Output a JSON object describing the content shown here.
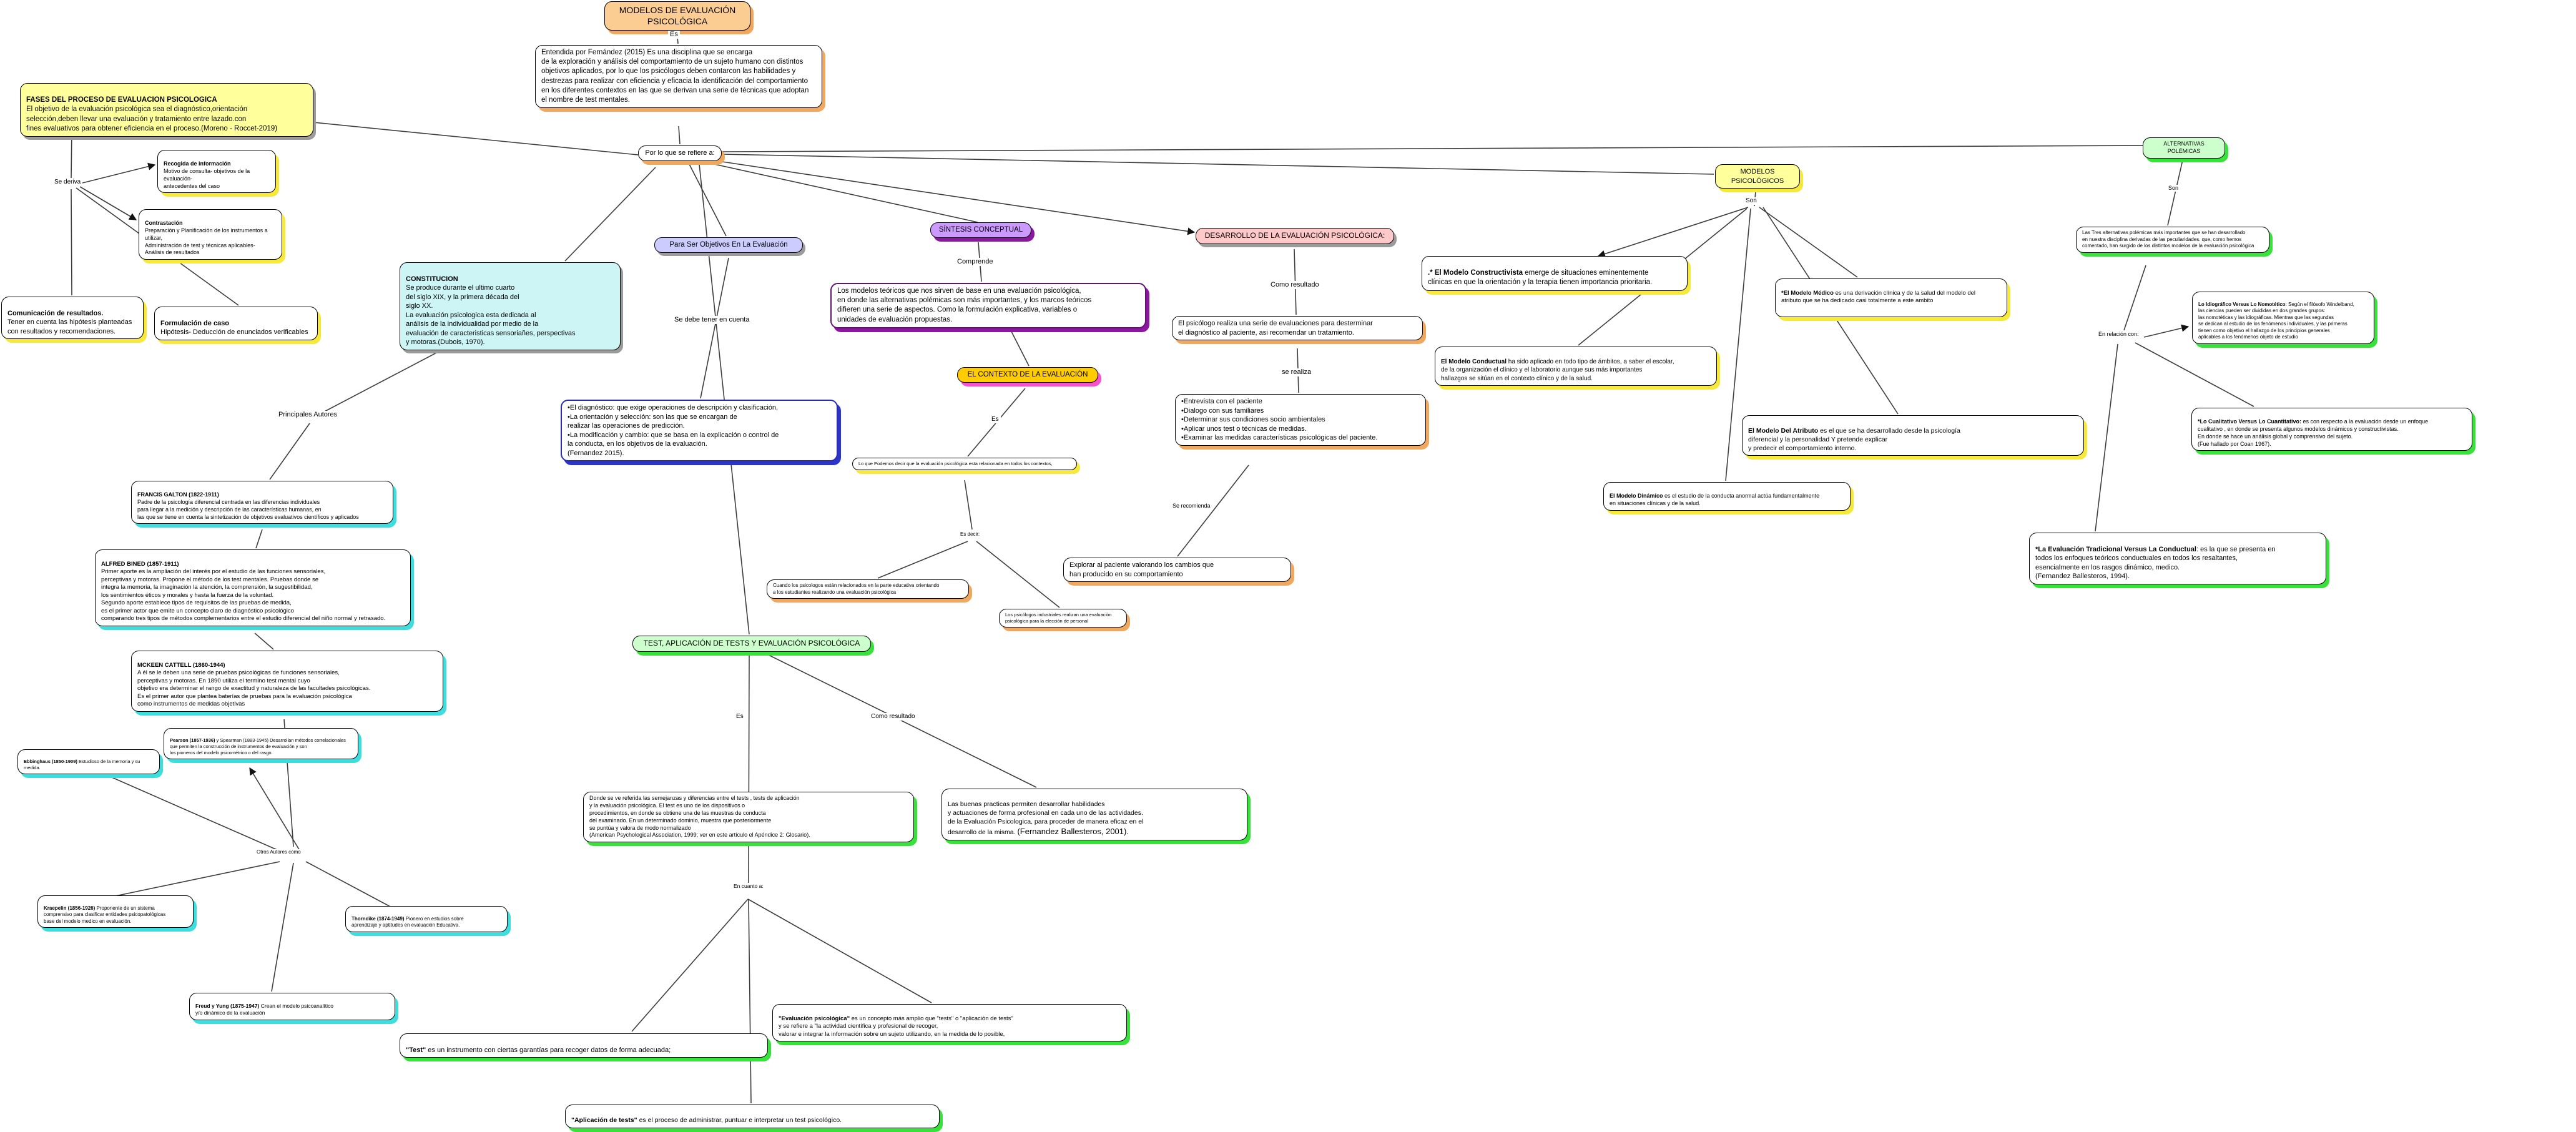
{
  "header": {
    "title": "MODELOS DE EVALUACIÓN PSICOLÓGICA",
    "es": "Es",
    "definition": "Entendida por Fernández (2015) Es una disciplina que se encarga\nde la exploración y análisis del comportamiento de un sujeto humano con distintos\nobjetivos aplicados, por lo que los psicólogos deben contarcon las habilidades y\ndestrezas para realizar con eficiencia y eficacia la identificación del comportamiento\nen los diferentes contextos en las que se derivan una serie de técnicas que adoptan\nel nombre de test mentales.",
    "refiere": "Por lo que se refiere a:"
  },
  "process": {
    "fases": {
      "title": "FASES DEL PROCESO DE EVALUACION PSICOLOGICA",
      "body": "El objetivo de la evaluación psicológica sea el diagnóstico,orientación\nselección,deben llevar una evaluación y tratamiento entre lazado.con\nfines evaluativos para obtener eficiencia en el proceso.(Moreno - Roccet-2019)"
    },
    "se_deriva": "Se deriva",
    "recogida": {
      "title": "Recogida de información",
      "body": "Motivo de consulta- objetivos de la evaluación-\nantecedentes del caso"
    },
    "contrastacion": {
      "title": "Contrastación",
      "body": "Preparación y Planificación de los instrumentos a utilizar,\nAdministración de test y técnicas aplicables-\nAnálisis de resultados"
    },
    "comunicacion": {
      "title": "Comunicación de resultados.",
      "body": "Tener en cuenta las hipótesis planteadas\ncon resultados y recomendaciones."
    },
    "formulacion": {
      "title": "Formulación de caso",
      "body": "Hipótesis- Deducción de enunciados verificables"
    }
  },
  "constitucion": {
    "title": "CONSTITUCION",
    "body": "Se produce durante el ultimo cuarto\ndel siglo XIX, y la primera década del\nsiglo XX.\nLa evaluación psicologica esta dedicada al\nanálisis de la individualidad por medio de la\nevaluación de caracteristicas sensoriañes, perspectivas\ny motoras.(Dubois, 1970)."
  },
  "objetivos": {
    "para_ser": "Para Ser Objetivos En La Evaluación",
    "se_debe": "Se debe tener en cuenta",
    "diagnostico": "•El diagnóstico: que exige operaciones de descripción y clasificación,\n•La orientación y selección: son las que se encargan de\nrealizar las operaciones de predicción.\n•La modificación y cambio: que se basa en la explicación o control de\nla conducta, en los objetivos de la evaluación.\n(Fernandez 2015)."
  },
  "sintesis": {
    "title": "SÍNTESIS CONCEPTUAL",
    "comprende": "Comprende",
    "modelos_teoricos": "Los modelos teóricos que nos sirven de base en una evaluación psicológica,\nen donde las alternativas polémicas son más importantes, y los marcos teóricos\ndifieren una serie de aspectos. Como la formulación explicativa, variables o\nunidades de evaluación propuestas."
  },
  "contexto": {
    "title": "EL CONTEXTO DE LA EVALUACIÓN",
    "es": "Es",
    "lo_que": "Lo que Podemos decir que la evaluación psicológica esta relacionada en todos los contextos,",
    "es_decir": "Es decir:",
    "educativa": "Cuando los psicologos están relacionados en la parte educativa orientando\na los estudiantes realizando una evaluación psicológica",
    "industriales": "Los psicólogos industriales realizan una evaluación\npsicológica para la elección de personal"
  },
  "desarrollo": {
    "title": "DESARROLLO DE LA EVALUACIÓN PSICOLÓGICA:",
    "como_resultado": "Como resultado",
    "psicologo": "El psicólogo realiza una serie de evaluaciones para desterminar\nel diagnóstico al paciente, asi recomendar un tratamiento.",
    "se_realiza": "se realiza",
    "acciones": "•Entrevista con el paciente\n•Dialogo con sus familiares\n•Determinar sus condiciones socio ambientales\n•Aplicar unos test o técnicas de medidas.\n•Examinar las medidas características psicológicas del paciente.",
    "se_recomienda": "Se recomienda",
    "explorar": "Explorar al paciente valorando los cambios que\nhan producido en su comportamiento"
  },
  "modelos": {
    "title": "MODELOS PSICOLÓGICOS",
    "son": "Son",
    "constructivista": {
      "lead": ".* El Modelo Constructivista",
      "body": " emerge de situaciones eminentemente\nclínicas en que la  orientación y la terapia tienen importancia prioritaria."
    },
    "medico": {
      "lead": "*El Modelo Médico",
      "body": "  es  una derivación clínica y de la salud del modelo del\natributo que se ha dedicado casi totalmente a este ambito"
    },
    "conductual": {
      "lead": "El Modelo Conductual",
      "body": " ha sido aplicado en todo tipo de ámbitos, a saber el escolar,\nde la organización  el clínico y el laboratorio aunque sus más  importantes\nhallazgos se sitúan en el contexto clínico y de la salud."
    },
    "atributo": {
      "lead": "El Modelo Del Atributo",
      "body": "  es el que se ha desarrollado desde la psicología\ndiferencial y la personalidad  Y pretende explicar\ny predecir el comportamiento interno."
    },
    "dinamico": {
      "lead": "El Modelo Dinámico",
      "body": " es  el estudio de  la conducta anormal actúa  fundamentalmente\nen situaciones clínicas y de la salud."
    }
  },
  "alternativas": {
    "title": "ALTERNATIVAS POLÉMICAS",
    "son": "Son",
    "tres": "Las Tres alternativas polémicas más importantes que se han desarrollado\nen nuestra disciplina derivadas de las peculiaridades. que, como hemos\ncomentado, han surgido de los distintos modelos de la evaluación psicológica",
    "en_relacion": "En relación con:",
    "idiografico": {
      "lead": "Lo Idiográfico Versus Lo Nomotético",
      "body": ":  Según el filósofo Windelband,\nlas ciencias pueden ser divididas en dos grandes grupos:\nlas nomotéticas y las idiográficas. Mientras que las segundas\nse dedican al estudio de los  fenómenos individuales, y  las primeras\ntienen como objetivo el  hallazgo de los principios generales\naplicables a  los fenómenos objeto de estudio"
    },
    "cualitativo": {
      "lead": "*Lo Cualitativo Versus Lo  Cuantitativo:",
      "body": " es con respecto a la evaluación desde un enfoque\ncualitativo , en donde se presenta algunos modelos dinámicos y constructivistas.\nEn donde se hace un análisis global y comprensivo del sujeto.\n(Fue hallado por Coan 1967)."
    },
    "tradicional": {
      "lead": "*La Evaluación Tradicional Versus La Conductual",
      "body": ": es la que se presenta en\ntodos los enfoques teóricos conductuales en todos los resaltantes,\nesencialmente en los rasgos dinámico, medico.\n(Fernandez Ballesteros, 1994)."
    }
  },
  "autores": {
    "principales": "Principales Autores",
    "galton": {
      "title": "FRANCIS GALTON (1822-1911)",
      "body": "Padre de la psicología diferencial centrada en las diferencias individuales\npara llegar a la medición y descripción de las características humanas, en\nlas que se tiene en cuenta la sintetización de objetivos evaluativos científicos y aplicados"
    },
    "bined": {
      "title": "ALFRED BINED (1857-1911)",
      "body": "Primer aporte es la ampliación del interés por el estudio de las funciones sensoriales,\nperceptivas y motoras. Propone el método de los test mentales. Pruebas donde se\nintegra la memoria, la imaginación la atención, la comprensión, la sugestibilidad,\nlos sentimientos éticos y morales y hasta la fuerza de la voluntad.\nSegundo aporte establece tipos de requisitos de las pruebas de medida,\nes el primer actor que emite un concepto claro de diagnóstico psicológico\ncomparando tres tipos de métodos complementarios entre el estudio diferencial del niño normal y retrasado."
    },
    "cattell": {
      "title": "MCKEEN CATTELL (1860-1944)",
      "body": "A él se le deben una serie de pruebas psicológicas de funciones sensoriales,\nperceptivas y motoras. En 1890 utiliza el termino test mental cuyo\nobjetivo era determinar el rango de exactitud y naturaleza de las facultades psicológicas.\nEs el primer autor que plantea baterías de pruebas para la evaluación psicológica\ncomo instrumentos de medidas objetivas"
    },
    "ebbinghaus": {
      "lead": "Ebbinghaus (1850-1909)",
      "body": " Estudioso de la memoria y su medida."
    },
    "pearson": {
      "lead": "Pearson (1857-1936)",
      "body": " y Spearman (1883-1945) Desarrollan métodos correlacionales\nque permiten la construcción de instrumentos de evaluación y son\nlos pioneros del modelo psicométrico o del rasgo."
    },
    "otros": "Otros Autores como",
    "kraepelin": {
      "lead": "Kraepelin (1856-1926)",
      "body": " Proponente de un sistema\ncomprensivo para clasificar entidades psicopatológicas\nbase del modelo medico en evaluación."
    },
    "thorndike": {
      "lead": "Thorndike (1874-1949)",
      "body": " Pionero en estudios sobre\naprendizaje y aptitudes en evaluación Educativa."
    },
    "freud": {
      "lead": "Freud y Yung (1875-1947)",
      "body": " Crean el modelo psicoanalítico\ny/o dinámico de la evaluación"
    }
  },
  "tests": {
    "title": "TEST, APLICACIÓN DE TESTS Y EVALUACIÓN PSICOLÓGICA",
    "es": "Es",
    "como_resultado": "Como resultado",
    "donde": "Donde se ve referida las semejanzas y diferencias entre el tests , tests de aplicación\ny la evaluación psicológica. El test es uno de los dispositivos o\nprocedimientos, en donde se obtiene una de las muestras de  conducta\ndel examinado. En un determinado dominio, muestra que posteriormente\nse puntúa y valora de modo normalizado\n(American Psychological Association, 1999; ver en este artículo el Apéndice 2: Glosario).",
    "buenas": {
      "body": "Las buenas practicas permiten desarrollar habilidades\ny actuaciones de forma profesional en cada uno de las actividades.\nde la Evaluación Psicologica, para proceder de manera eficaz en el\ndesarrollo de la misma. ",
      "cite": "(Fernandez Ballesteros, 2001)."
    },
    "en_cuanto": "En cuanto a:",
    "test_def": {
      "lead": "\"Test\"",
      "body": " es un instrumento  con ciertas garantías para recoger datos de forma adecuada;"
    },
    "eval_def": {
      "lead": "\"Evaluación psicológica\"",
      "body": " es un concepto más amplio que \"tests\" o \"aplicación de tests\"\ny se refiere a \"la actividad científica y profesional de recoger,\nvalorar e integrar la información sobre un sujeto utilizando, en la medida de lo posible,"
    },
    "aplicacion_def": {
      "lead": "\"Aplicación de tests\"",
      "body": " es el proceso de administrar, puntuar e interpretar un test psicológico."
    }
  }
}
